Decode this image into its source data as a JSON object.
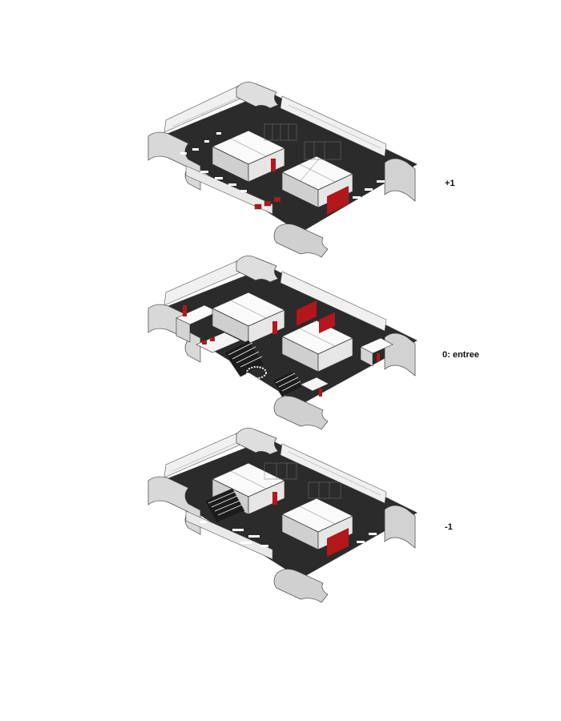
{
  "diagram": {
    "floors": [
      {
        "id": "plus1",
        "label": "+1"
      },
      {
        "id": "ground",
        "label": "0: entree"
      },
      {
        "id": "minus1",
        "label": "-1"
      }
    ]
  },
  "colors": {
    "floor_dark": "#2b2b2b",
    "wall": "#f4f4f4",
    "wall_shade": "#cfcfcf",
    "wall_dark": "#9e9e9e",
    "accent_red": "#b3161b",
    "glass": "#e3e3e3",
    "line": "#3a3a3a"
  }
}
